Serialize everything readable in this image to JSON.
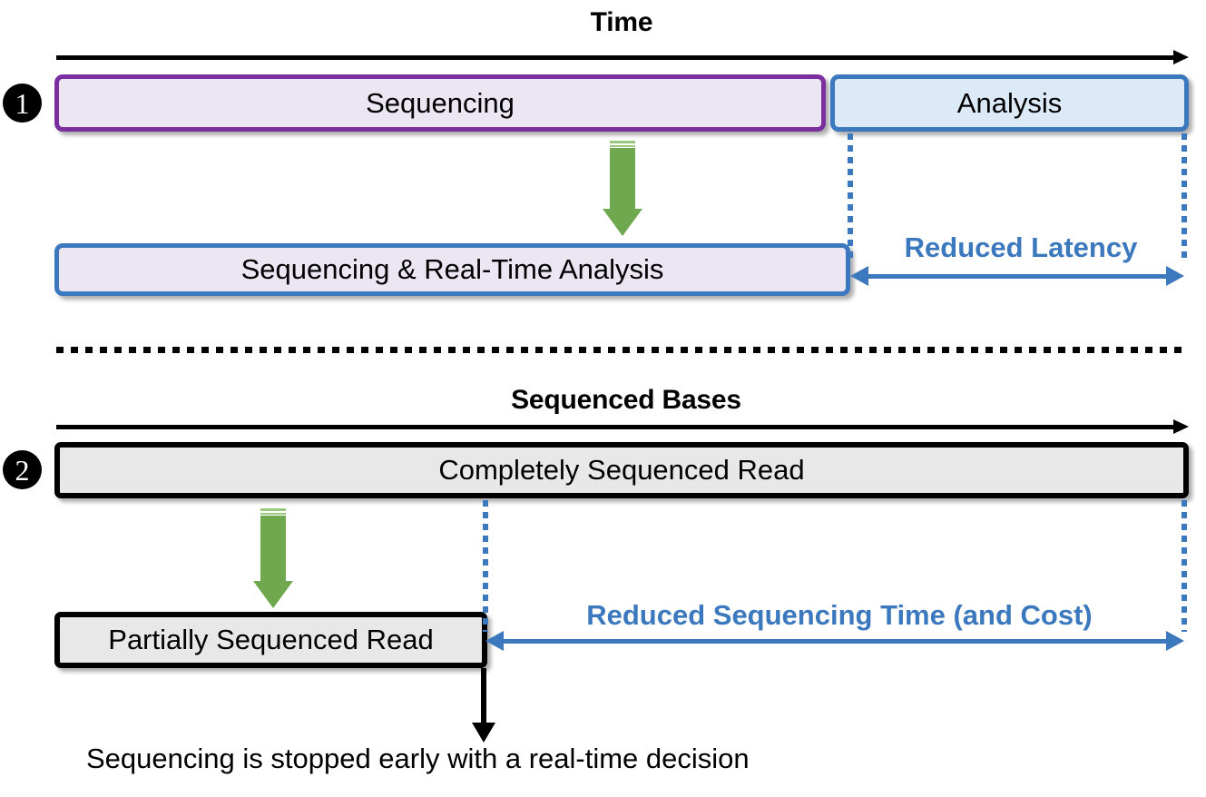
{
  "figure": {
    "title": "Real-time sequencing and analysis benefits diagram",
    "colors": {
      "purple_border": "#7b2f9e",
      "purple_fill": "#ece5f2",
      "blue_border": "#3c78be",
      "blue_fill": "#dceaf7",
      "gray_fill": "#e8e8e8",
      "black": "#000000",
      "green_arrow": "#6fa84f",
      "measure_blue": "#3c78be"
    }
  },
  "panel1": {
    "badge": "1",
    "axis_title": "Time",
    "axis_icon": "right-arrow-icon",
    "conventional": {
      "sequencing_label": "Sequencing",
      "analysis_label": "Analysis"
    },
    "transform_icon": "green-down-arrow-icon",
    "realtime": {
      "label": "Sequencing & Real-Time Analysis"
    },
    "measure": {
      "label": "Reduced Latency",
      "icon": "double-headed-arrow-icon"
    }
  },
  "panel2": {
    "badge": "2",
    "axis_title": "Sequenced Bases",
    "axis_icon": "right-arrow-icon",
    "complete": {
      "label": "Completely Sequenced Read"
    },
    "transform_icon": "green-down-arrow-icon",
    "partial": {
      "label": "Partially Sequenced Read"
    },
    "measure": {
      "label": "Reduced Sequencing Time (and Cost)",
      "icon": "double-headed-arrow-icon"
    },
    "decision_icon": "down-arrow-icon",
    "caption": "Sequencing is stopped early with a real-time decision"
  },
  "divider": {
    "icon": "dotted-divider"
  }
}
